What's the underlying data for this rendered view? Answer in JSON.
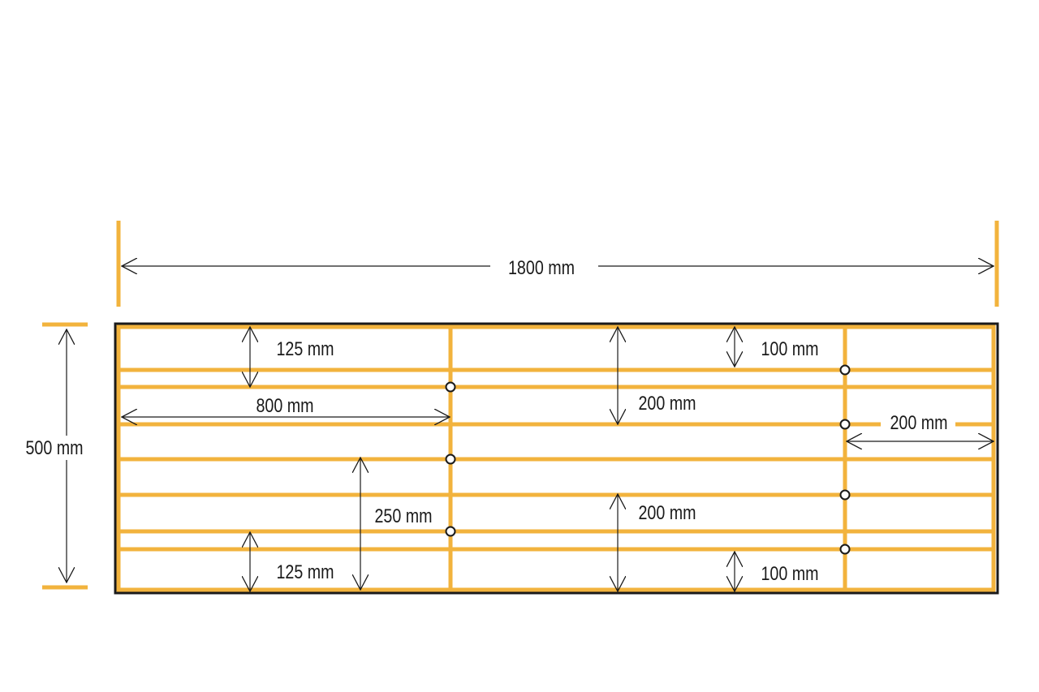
{
  "colors": {
    "bar": "#f2b33d",
    "frame": "#1a1a1a",
    "knot": "#1a1a1a",
    "dimension": "#1a1a1a",
    "background": "#ffffff"
  },
  "drawing": {
    "overall_width": "1800 mm",
    "overall_height": "500 mm",
    "labels": {
      "top_strip_left": "125 mm",
      "bottom_strip_left": "125 mm",
      "left_panel_width": "800 mm",
      "middle_gap_left": "250 mm",
      "middle_upper": "200 mm",
      "middle_lower": "200 mm",
      "top_strip_right": "100 mm",
      "bottom_strip_right": "100 mm",
      "right_panel_width": "200 mm"
    }
  }
}
